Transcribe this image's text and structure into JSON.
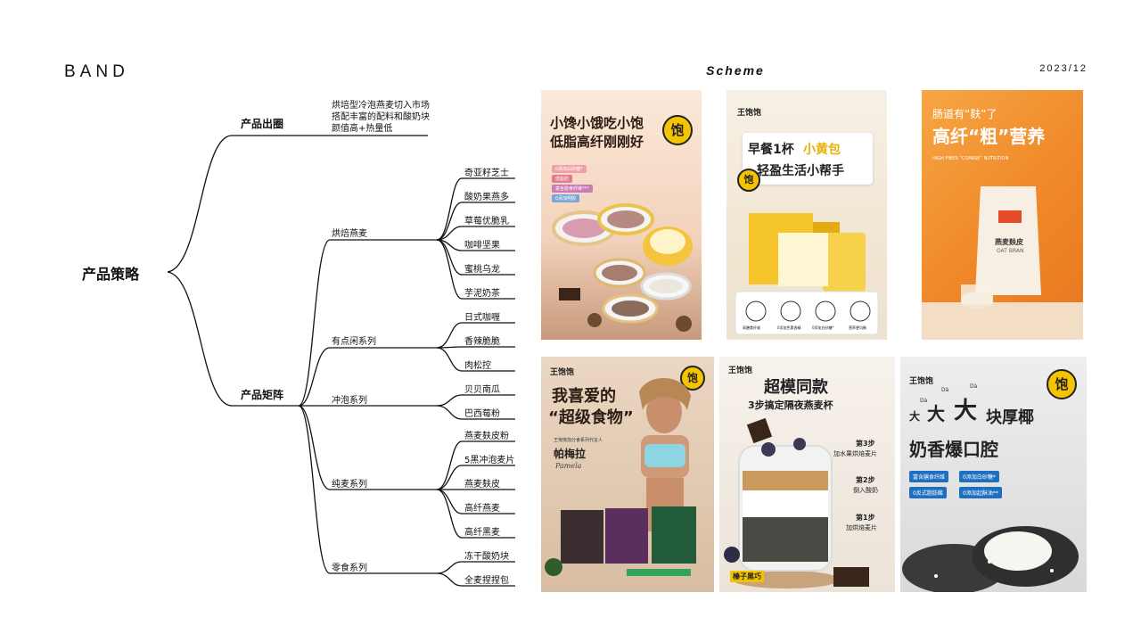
{
  "header": {
    "brand": "BAND",
    "scheme": "Scheme",
    "date": "2023/12"
  },
  "mindmap": {
    "root": "产品策略",
    "branch1": {
      "label": "产品出圈",
      "notes": [
        "烘培型冷泡燕麦切入市场",
        "搭配丰富的配料和酸奶块",
        "颜值高+热量低"
      ]
    },
    "branch2": {
      "label": "产品矩阵",
      "groups": [
        {
          "label": "烘焙燕麦",
          "items": [
            "奇亚籽芝士",
            "酸奶果燕多",
            "草莓优脆乳",
            "咖啡坚果",
            "蜜桃乌龙",
            "芋泥奶茶"
          ]
        },
        {
          "label": "有点闲系列",
          "items": [
            "日式咖喱",
            "香辣脆脆",
            "肉松控"
          ]
        },
        {
          "label": "冲泡系列",
          "items": [
            "贝贝南瓜",
            "巴西莓粉"
          ]
        },
        {
          "label": "纯麦系列",
          "items": [
            "燕麦麸皮粉",
            "5黑冲泡麦片",
            "燕麦麸皮",
            "高纤燕麦",
            "高纤黑麦"
          ]
        },
        {
          "label": "零食系列",
          "items": [
            "冻干酸奶块",
            "全麦捏捏包"
          ]
        }
      ]
    }
  },
  "posters": {
    "p1": {
      "line1": "小馋小饿吃小饱",
      "line2": "低脂高纤刚刚好",
      "logo": "饱",
      "tags": [
        "0添加白砂糖*",
        "低脂肪",
        "富含膳食纤维***",
        "0添加明胶"
      ]
    },
    "p2": {
      "brand": "王饱饱",
      "line1a": "早餐1杯",
      "line1b": "小黄包",
      "line2": "轻盈生活小帮手",
      "logo": "饱",
      "icons": [
        "高膳食纤维",
        "0添加色素香精",
        "0添加白砂糖*",
        "营养更均衡"
      ]
    },
    "p3": {
      "line1": "肠道有“麸”了",
      "line2": "高纤“粗”营养",
      "sub": "HIGH FIBER “COARSE” NUTRITION",
      "bag": "燕麦麸皮",
      "bag_en": "OAT BRAN"
    },
    "p4": {
      "brand": "王饱饱",
      "line1": "我喜爱的",
      "line2": "“超级食物”",
      "spokes_intro": "王饱饱加分食系列代言人",
      "name": "帕梅拉",
      "name_en": "Pamela",
      "logo": "饱"
    },
    "p5": {
      "brand": "王饱饱",
      "line1": "超模同款",
      "line2": "3步搞定隔夜燕麦杯",
      "steps": [
        {
          "n": "第3步",
          "t": "加水果烘焙麦片"
        },
        {
          "n": "第2步",
          "t": "倒入酸奶"
        },
        {
          "n": "第1步",
          "t": "加烘焙麦片"
        }
      ],
      "label": "榛子黑巧"
    },
    "p6": {
      "brand": "王饱饱",
      "line1a": "大",
      "line1b": "大",
      "line1c": "大",
      "line1d": "块厚椰",
      "line2": "奶香爆口腔",
      "logo": "饱",
      "tags": [
        "富含膳食纤维",
        "0添加白砂糖*",
        "0反式脂肪酸",
        "0添加起酥油**"
      ],
      "pinyin": [
        "Dà",
        "Dà",
        "Dà"
      ]
    }
  }
}
